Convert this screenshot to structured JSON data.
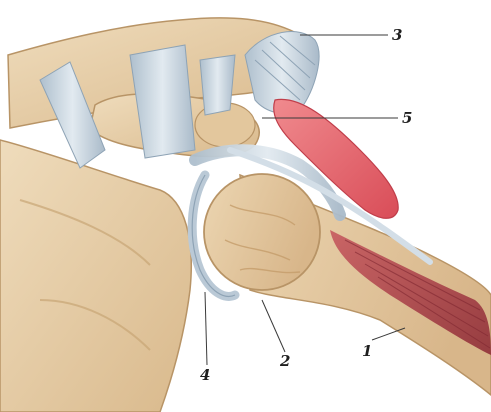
{
  "figure": {
    "subject": "shoulder-joint-anatomy-illustration",
    "callouts": [
      {
        "id": "label-1",
        "text": "1"
      },
      {
        "id": "label-2",
        "text": "2"
      },
      {
        "id": "label-3",
        "text": "3"
      },
      {
        "id": "label-4",
        "text": "4"
      },
      {
        "id": "label-5",
        "text": "5"
      }
    ]
  },
  "colors": {
    "background": "#ffffff",
    "bone": "#e7cfa8",
    "bone_shadow": "#c9a77a",
    "ligament": "#c9d6e0",
    "ligament_shade": "#9fb2c2",
    "bursa": "#e46a72",
    "muscle": "#b8474f",
    "label_text": "#1e1e1e"
  }
}
